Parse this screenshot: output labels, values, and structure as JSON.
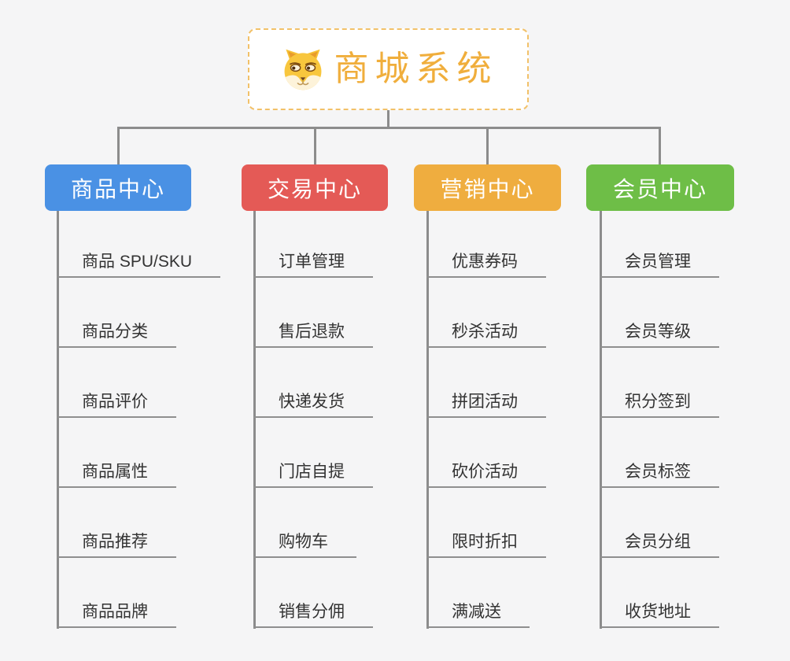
{
  "root": {
    "title": "商城系统",
    "icon": "dog-face-icon"
  },
  "branches": [
    {
      "label": "商品中心",
      "color": "#4a91e4",
      "items": [
        "商品 SPU/SKU",
        "商品分类",
        "商品评价",
        "商品属性",
        "商品推荐",
        "商品品牌"
      ]
    },
    {
      "label": "交易中心",
      "color": "#e45a56",
      "items": [
        "订单管理",
        "售后退款",
        "快递发货",
        "门店自提",
        "购物车",
        "销售分佣"
      ]
    },
    {
      "label": "营销中心",
      "color": "#efad3f",
      "items": [
        "优惠券码",
        "秒杀活动",
        "拼团活动",
        "砍价活动",
        "限时折扣",
        "满减送"
      ]
    },
    {
      "label": "会员中心",
      "color": "#6ebe47",
      "items": [
        "会员管理",
        "会员等级",
        "积分签到",
        "会员标签",
        "会员分组",
        "收货地址"
      ]
    }
  ],
  "palette": {
    "background": "#f5f5f6",
    "connector_line": "#8c8c8c",
    "item_underline": "#8f8f8f",
    "item_text": "#333333",
    "root_border": "#f2c169",
    "root_text": "#f0ae3c",
    "branch_text": "#ffffff"
  }
}
